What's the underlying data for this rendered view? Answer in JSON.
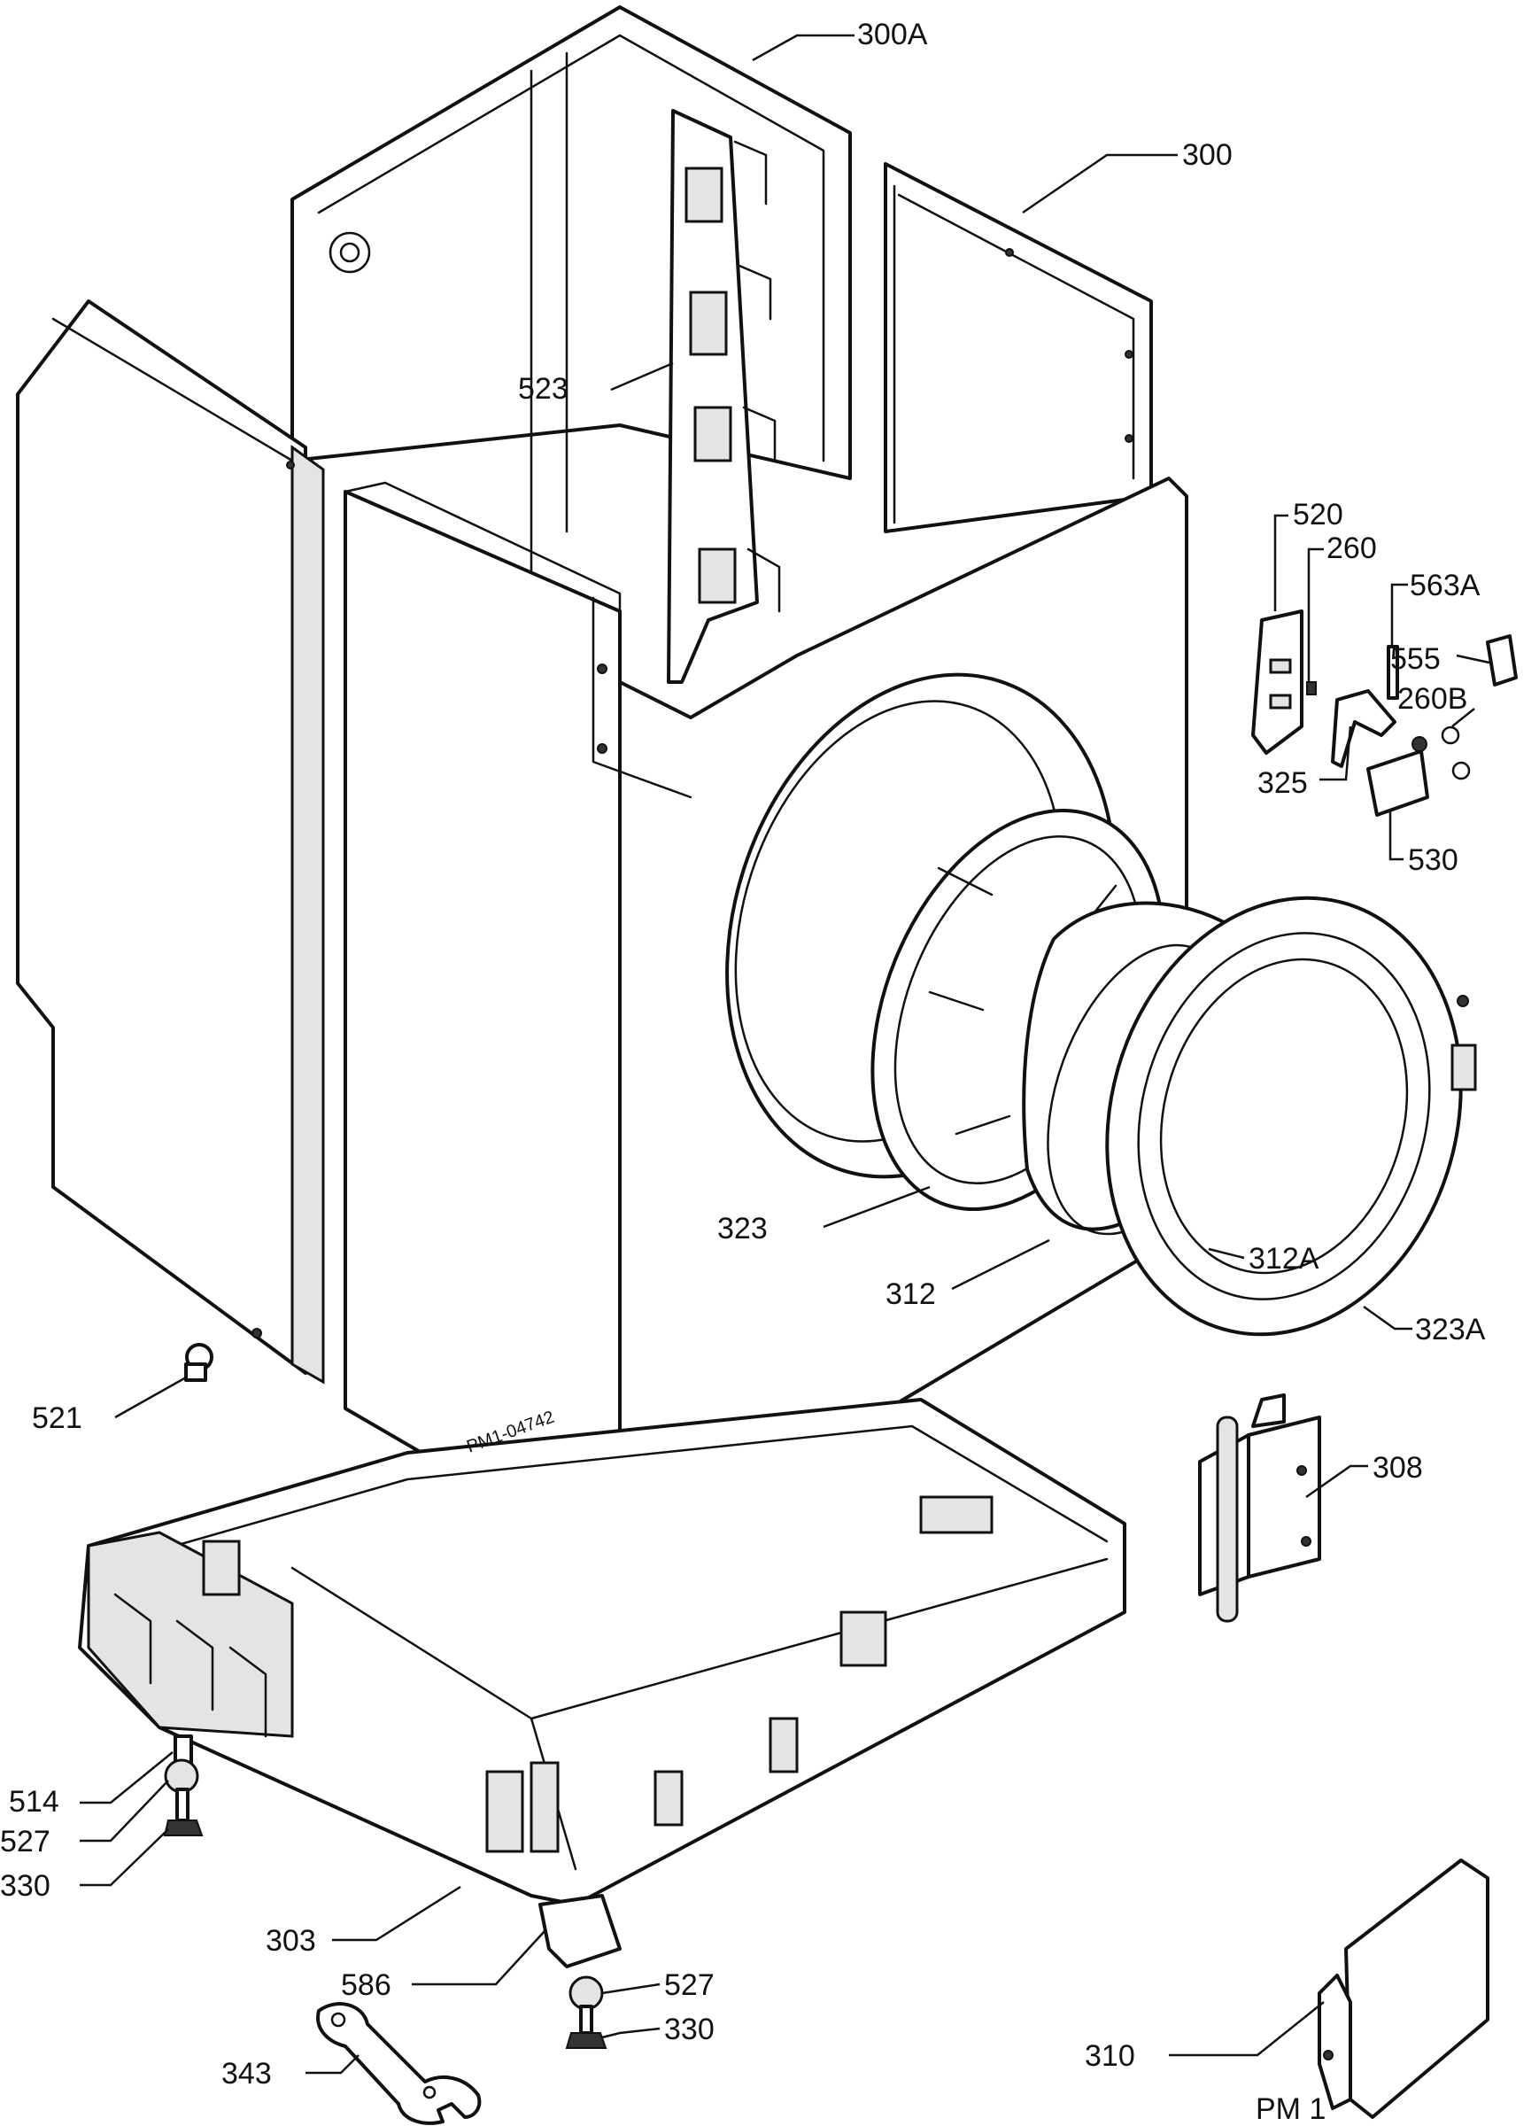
{
  "diagram": {
    "stamp": "PM1-04742",
    "page_tag": "PM 1",
    "callouts": {
      "c300A": "300A",
      "c300": "300",
      "c523": "523",
      "c520": "520",
      "c260": "260",
      "c563A": "563A",
      "c555": "555",
      "c260B": "260B",
      "c325": "325",
      "c530": "530",
      "c323": "323",
      "c312": "312",
      "c312A": "312A",
      "c323A": "323A",
      "c521": "521",
      "c308": "308",
      "c514": "514",
      "c527a": "527",
      "c330a": "330",
      "c303": "303",
      "c586": "586",
      "c527b": "527",
      "c330b": "330",
      "c343": "343",
      "c310": "310"
    }
  }
}
